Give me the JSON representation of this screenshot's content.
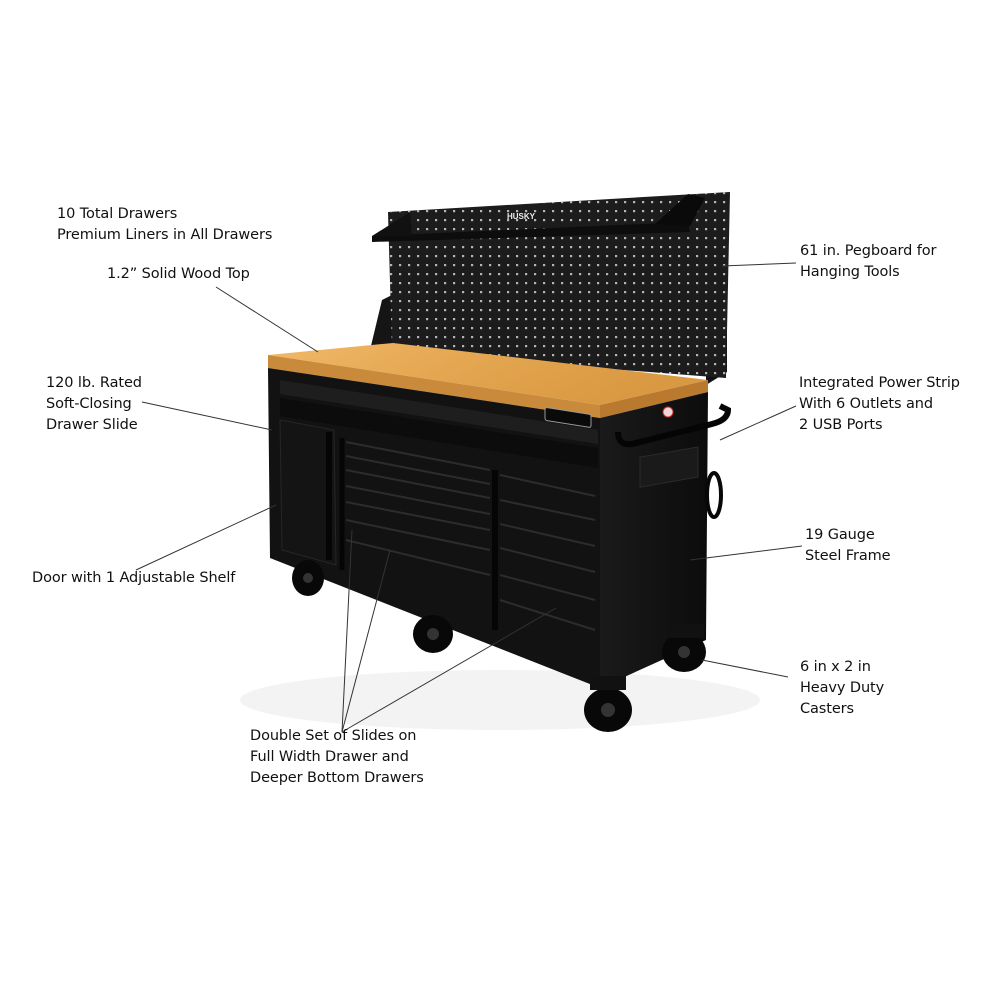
{
  "product": {
    "brand": "HUSKY",
    "type": "Mobile workbench with pegboard and solid wood top",
    "colors": {
      "body": "#111111",
      "wood": "#e3a455",
      "pegboard": "#1b1b1b",
      "background": "#ffffff",
      "leader_line": "#333333"
    }
  },
  "callouts": [
    {
      "id": "drawers",
      "lines": [
        "10 Total Drawers",
        "Premium Liners in All Drawers"
      ]
    },
    {
      "id": "wood-top",
      "lines": [
        "1.2” Solid Wood Top"
      ]
    },
    {
      "id": "drawer-slide",
      "lines": [
        "120 lb. Rated",
        "Soft-Closing",
        "Drawer Slide"
      ]
    },
    {
      "id": "door-shelf",
      "lines": [
        "Door with 1 Adjustable Shelf"
      ]
    },
    {
      "id": "pegboard",
      "lines": [
        "61 in. Pegboard for",
        "Hanging Tools"
      ]
    },
    {
      "id": "power-strip",
      "lines": [
        "Integrated Power Strip",
        "With 6 Outlets and",
        "2 USB Ports"
      ]
    },
    {
      "id": "steel-frame",
      "lines": [
        "19 Gauge",
        "Steel Frame"
      ]
    },
    {
      "id": "casters",
      "lines": [
        "6 in x 2 in",
        "Heavy Duty",
        "Casters"
      ]
    },
    {
      "id": "double-slides",
      "lines": [
        "Double Set of Slides on",
        "Full Width Drawer and",
        "Deeper Bottom Drawers"
      ]
    }
  ],
  "text": {
    "drawers": "10 Total Drawers\nPremium Liners in All Drawers",
    "wood_top": "1.2” Solid Wood Top",
    "drawer_slide": "120 lb. Rated\nSoft-Closing\nDrawer Slide",
    "door_shelf": "Door with 1 Adjustable Shelf",
    "pegboard": "61 in. Pegboard for\nHanging Tools",
    "power_strip": "Integrated Power Strip\nWith 6 Outlets and\n2 USB Ports",
    "steel_frame": "19 Gauge\nSteel Frame",
    "casters": "6 in x 2 in\nHeavy Duty\nCasters",
    "double_slides": "Double Set of Slides on\nFull Width Drawer and\nDeeper Bottom Drawers",
    "logo": "HUSKY"
  }
}
